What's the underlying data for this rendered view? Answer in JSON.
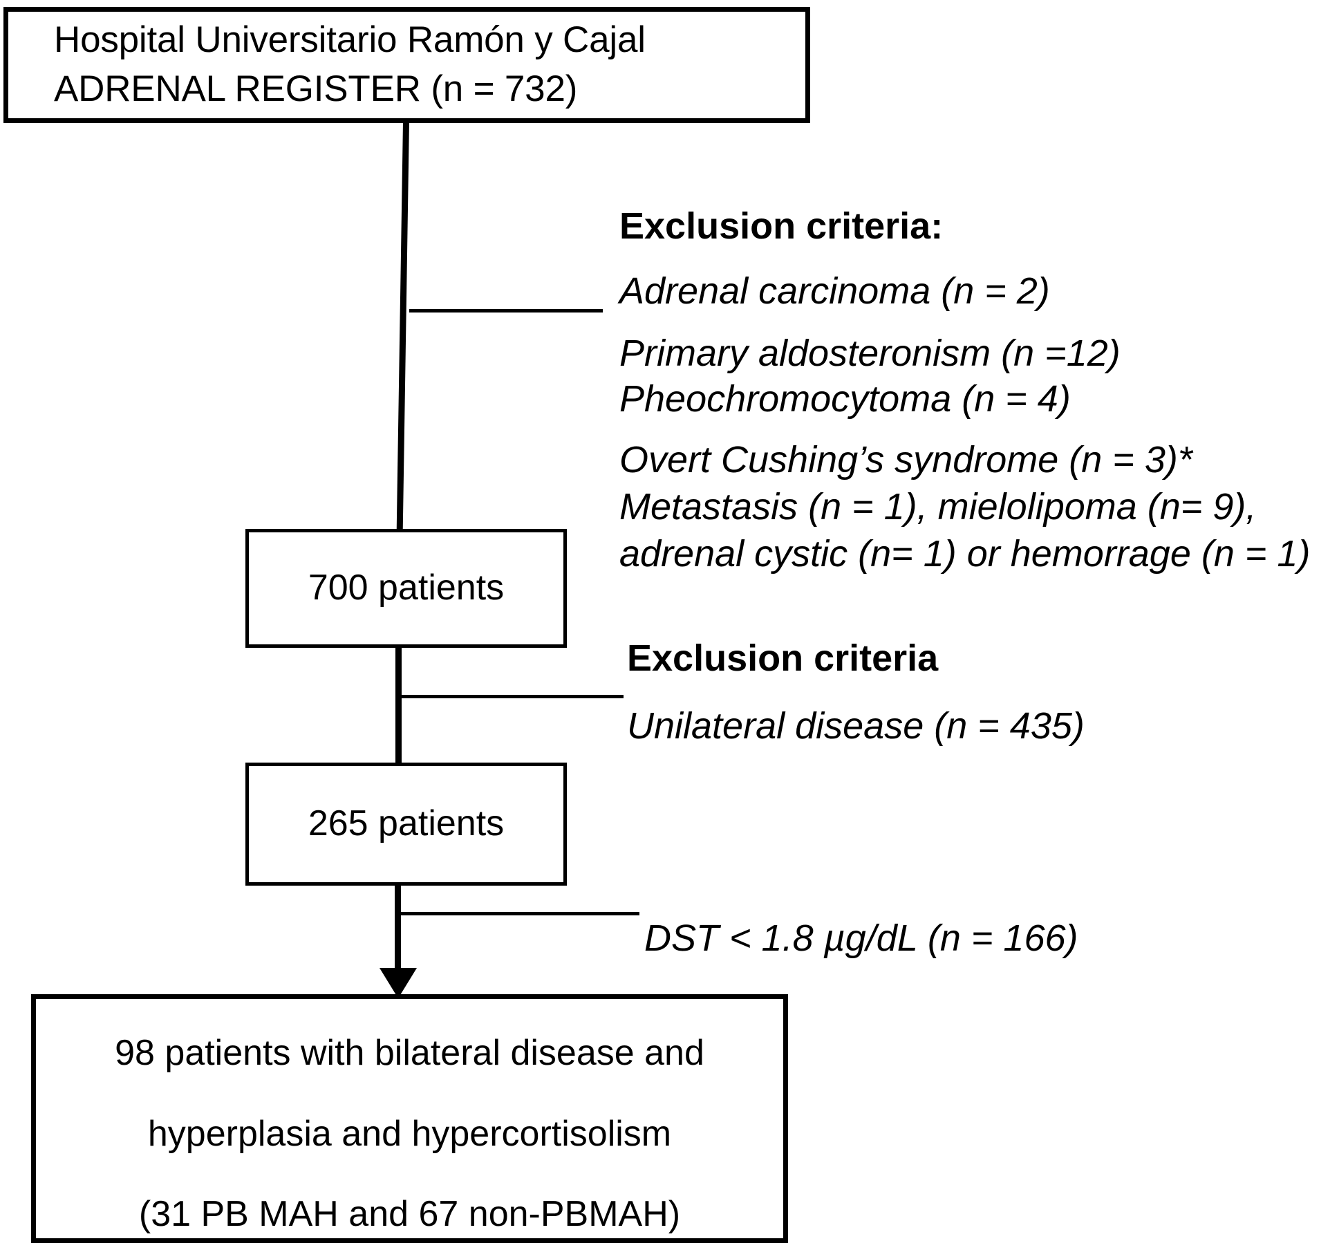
{
  "figure": {
    "type": "patient-flow-diagram",
    "colors": {
      "stroke": "#000000",
      "background": "#ffffff",
      "text": "#000000"
    }
  },
  "nodes": {
    "register": {
      "line1": "Hospital Universitario Ramón y Cajal",
      "line2": "ADRENAL REGISTER (n = 732)",
      "n": 732
    },
    "after_first_exclusion": {
      "label": "700 patients",
      "n": 700
    },
    "after_second_exclusion": {
      "label": "265 patients",
      "n": 265
    },
    "final_cohort": {
      "line1": "98 patients with bilateral disease and",
      "line2": "hyperplasia and hypercortisolism",
      "line3": "(31 PB MAH and 67 non-PBMAH)",
      "n": 98,
      "pbmah": 31,
      "non_pbmah": 67
    }
  },
  "annotations": {
    "exclusion_1": {
      "heading": "Exclusion criteria:",
      "items": [
        "Adrenal carcinoma (n = 2)",
        "Primary aldosteronism (n =12)",
        "Pheochromocytoma (n = 4)",
        "Overt Cushing’s syndrome (n = 3)*",
        "Metastasis (n = 1), mielolipoma (n= 9),",
        "adrenal cystic (n= 1) or hemorrage (n = 1)"
      ]
    },
    "exclusion_2": {
      "heading": "Exclusion criteria",
      "items": [
        "Unilateral disease (n = 435)"
      ]
    },
    "exclusion_3": {
      "items": [
        "DST < 1.8 µg/dL (n = 166)"
      ]
    }
  }
}
